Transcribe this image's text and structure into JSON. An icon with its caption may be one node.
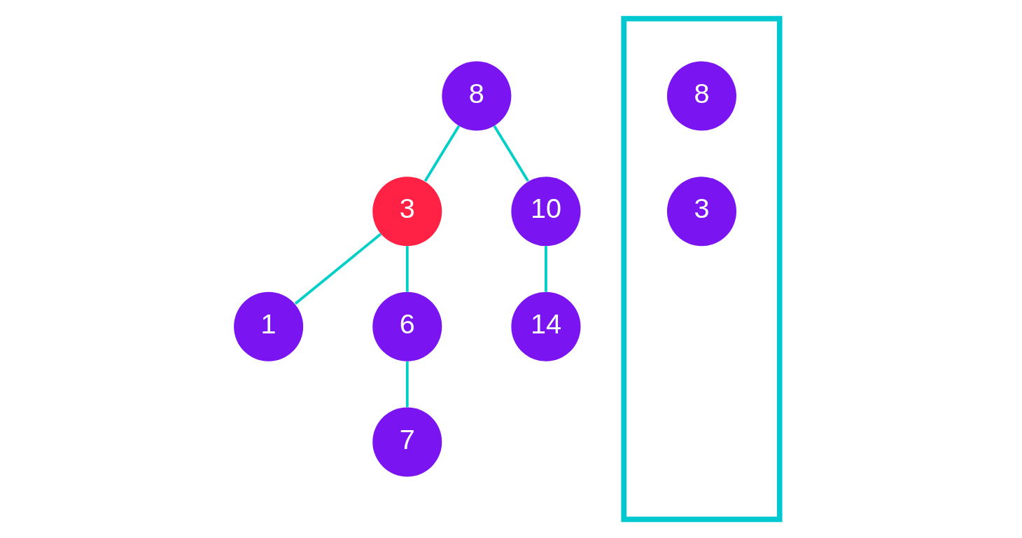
{
  "diagram": {
    "nodes": [
      {
        "text": [
          "8"
        ]
      },
      {
        "text": [
          "3"
        ]
      },
      {
        "text": [
          "10"
        ]
      },
      {
        "text": [
          "1"
        ]
      },
      {
        "text": [
          "6"
        ]
      },
      {
        "text": [
          "14"
        ]
      },
      {
        "text": [
          "7"
        ]
      },
      {
        "text": [],
        "shape": "box"
      },
      {
        "text": [
          "8"
        ],
        "in": 7
      },
      {
        "text": [
          "3"
        ],
        "in": 7
      }
    ],
    "edges": [
      {
        "from": 0,
        "to": 1,
        "arrow": "none"
      },
      {
        "from": 0,
        "to": 2,
        "arrow": "none"
      },
      {
        "from": 1,
        "to": 3,
        "arrow": "none"
      },
      {
        "from": 1,
        "to": 4,
        "arrow": "none"
      },
      {
        "from": 2,
        "to": 5,
        "arrow": "none"
      },
      {
        "from": 4,
        "to": 6,
        "arrow": "none"
      }
    ]
  }
}
